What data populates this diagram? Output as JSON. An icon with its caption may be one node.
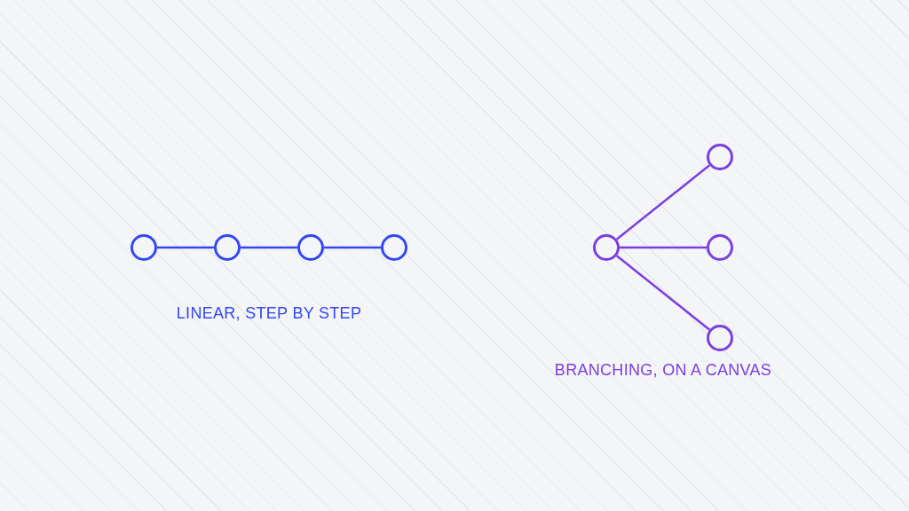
{
  "diagram": {
    "nodes": [
      {
        "text": [],
        "shape": "circle"
      },
      {
        "text": [],
        "shape": "circle"
      },
      {
        "text": [],
        "shape": "circle"
      },
      {
        "text": [],
        "shape": "circle"
      },
      {
        "text": [],
        "shape": "circle"
      },
      {
        "text": [],
        "shape": "circle"
      },
      {
        "text": [],
        "shape": "circle"
      },
      {
        "text": [],
        "shape": "circle"
      }
    ],
    "edges": [
      {
        "from": 0,
        "to": 1,
        "arrow": "none",
        "color": "#3347f2"
      },
      {
        "from": 1,
        "to": 2,
        "arrow": "none",
        "color": "#3347f2"
      },
      {
        "from": 2,
        "to": 3,
        "arrow": "none",
        "color": "#3347f2"
      },
      {
        "from": 4,
        "to": 5,
        "arrow": "none",
        "color": "#7b3fe0"
      },
      {
        "from": 4,
        "to": 6,
        "arrow": "none",
        "color": "#7b3fe0"
      },
      {
        "from": 4,
        "to": 7,
        "arrow": "none",
        "color": "#7b3fe0"
      }
    ],
    "labels": [
      "LINEAR, STEP BY STEP",
      "BRANCHING, ON A CANVAS"
    ]
  }
}
